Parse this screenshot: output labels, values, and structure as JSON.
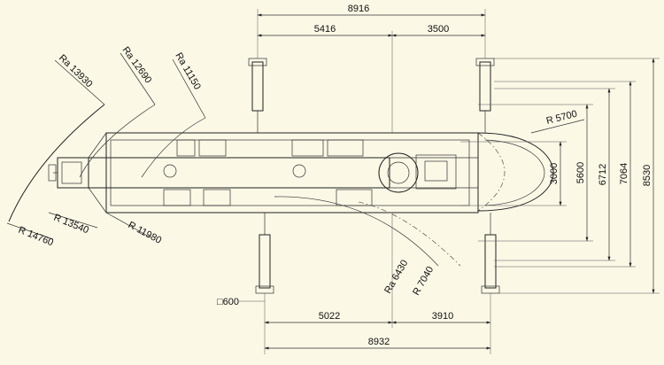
{
  "colors": {
    "background": "#fbf8e6",
    "ink": "#222222"
  },
  "dimensions": {
    "top_total": "8916",
    "top_left": "5416",
    "top_right": "3500",
    "bottom_total": "8932",
    "bottom_left": "5022",
    "bottom_right": "3910",
    "pad_size": "□600",
    "right_3000": "3000",
    "right_5600": "5600",
    "right_6712": "6712",
    "right_7064": "7064",
    "right_8530": "8530"
  },
  "radii": {
    "ra_13930": "Ra 13930",
    "ra_12690": "Ra 12690",
    "ra_11150": "Ra 11150",
    "r_5700": "R 5700",
    "r_13540": "R 13540",
    "r_14760": "R 14760",
    "r_11980": "R 11980",
    "ra_6430": "Ra 6430",
    "r_7040": "R 7040"
  }
}
